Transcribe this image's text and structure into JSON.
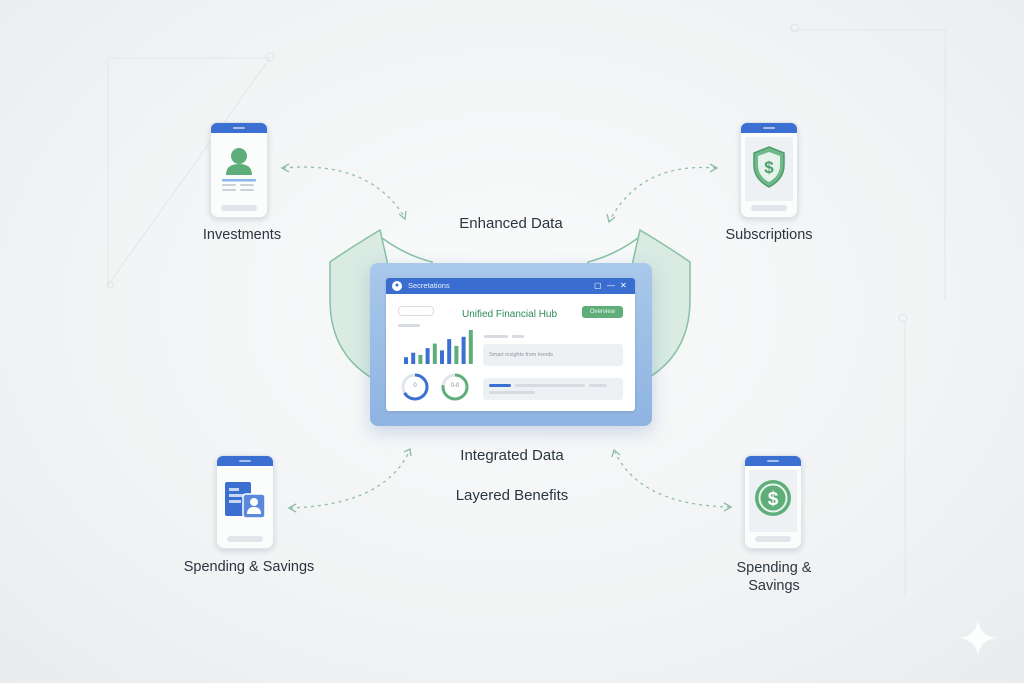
{
  "diagram": {
    "center_labels": {
      "top": "Enhanced Data",
      "integrated": "Integrated Data",
      "layered": "Layered Benefits"
    },
    "nodes": [
      {
        "id": "top-left",
        "label": "Investments",
        "icon": "user-profile-icon"
      },
      {
        "id": "top-right",
        "label": "Subscriptions",
        "icon": "shield-dollar-icon"
      },
      {
        "id": "bottom-left",
        "label": "Spending & Savings",
        "icon": "document-user-icon"
      },
      {
        "id": "bottom-right",
        "label_line1": "Spending &",
        "label_line2": "Savings",
        "icon": "dollar-coin-icon"
      }
    ],
    "hub": {
      "app_name": "Secretations",
      "title": "Unified Financial Hub",
      "button_label": "Overview",
      "card_text": "Smart insights from trends",
      "ring_left": "0",
      "ring_right": "0-0",
      "window_controls": [
        "▢",
        "—",
        "✕"
      ],
      "bars": [
        {
          "value": 3,
          "color": "blue"
        },
        {
          "value": 5,
          "color": "blue"
        },
        {
          "value": 4,
          "color": "green"
        },
        {
          "value": 7,
          "color": "blue"
        },
        {
          "value": 9,
          "color": "green"
        },
        {
          "value": 6,
          "color": "blue"
        },
        {
          "value": 11,
          "color": "blue"
        },
        {
          "value": 8,
          "color": "green"
        },
        {
          "value": 12,
          "color": "blue"
        },
        {
          "value": 15,
          "color": "green"
        }
      ]
    },
    "colors": {
      "accent_blue": "#3b6fd1",
      "accent_green": "#5fae7a",
      "connector": "#8fbfa6",
      "shield_fill": "#cfe6dc",
      "shield_stroke": "#7fbf9a"
    }
  }
}
